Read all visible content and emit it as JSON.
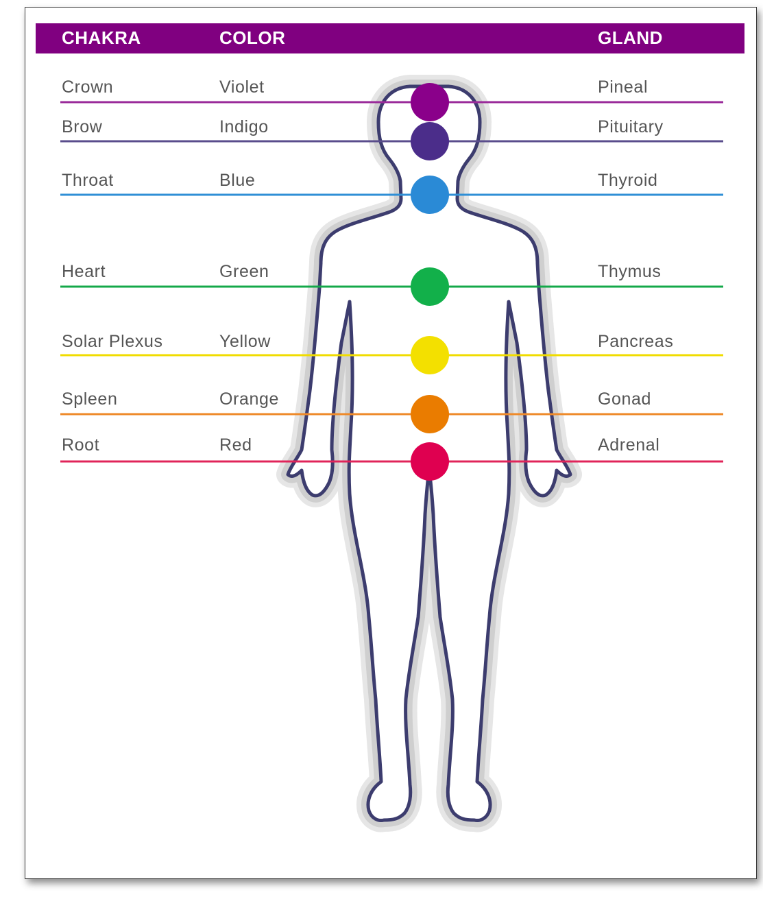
{
  "headers": {
    "chakra": "CHAKRA",
    "color": "COLOR",
    "gland": "GLAND"
  },
  "colors": {
    "header_background": "#800080"
  },
  "chakras": [
    {
      "chakra": "Crown",
      "color": "Violet",
      "gland": "Pineal",
      "line_color": "#9a2b9a",
      "dot_color": "#8a008a"
    },
    {
      "chakra": "Brow",
      "color": "Indigo",
      "gland": "Pituitary",
      "line_color": "#5a4d8c",
      "dot_color": "#4b2d8a"
    },
    {
      "chakra": "Throat",
      "color": "Blue",
      "gland": "Thyroid",
      "line_color": "#2f8fd6",
      "dot_color": "#2a8ad6"
    },
    {
      "chakra": "Heart",
      "color": "Green",
      "gland": "Thymus",
      "line_color": "#14a84a",
      "dot_color": "#12b04a"
    },
    {
      "chakra": "Solar Plexus",
      "color": "Yellow",
      "gland": "Pancreas",
      "line_color": "#f0dc00",
      "dot_color": "#f3e000"
    },
    {
      "chakra": "Spleen",
      "color": "Orange",
      "gland": "Gonad",
      "line_color": "#ee8a2a",
      "dot_color": "#ea7c00"
    },
    {
      "chakra": "Root",
      "color": "Red",
      "gland": "Adrenal",
      "line_color": "#e0245a",
      "dot_color": "#df0050"
    }
  ]
}
